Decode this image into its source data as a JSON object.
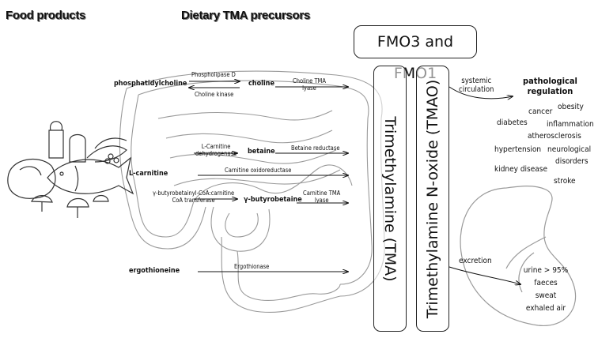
{
  "headers": {
    "food_products": "Food products",
    "dietary_precursors": "Dietary TMA precursors"
  },
  "fmo": "FMO3 and FMO1",
  "columns": {
    "tma": "Trimethylamine (TMA)",
    "tmao": "Trimethylamine N-oxide (TMAO)"
  },
  "compounds": {
    "phosphatidylcholine": "phosphatidylcholine",
    "choline": "choline",
    "betaine": "betaine",
    "l_carnitine": "L-carnitine",
    "gamma_butyrobetaine": "γ-butyrobetaine",
    "ergothioneine": "ergothioneine"
  },
  "enzymes": {
    "phospholipase_d": "Phospholipase D",
    "choline_kinase": "Choline kinase",
    "choline_tma_lyase_1": "Choline TMA",
    "choline_tma_lyase_2": "lyase",
    "lcarn_dh_1": "L-Carnitine",
    "lcarn_dh_2": "dehydrogenase",
    "betaine_reductase": "Betaine reductase",
    "carnitine_oxidoreductase": "Carnitine oxidoreductase",
    "gbb_transferase_1": "γ-butyrobetainyl-CoA:carnitine",
    "gbb_transferase_2": "CoA transferase",
    "carnitine_tma_lyase_1": "Carnitine TMA",
    "carnitine_tma_lyase_2": "lyase",
    "ergothionase": "Ergothionase"
  },
  "circulation": {
    "line1": "systemic",
    "line2": "circulation"
  },
  "pathological": {
    "title1": "pathological",
    "title2": "regulation",
    "items": [
      "cancer",
      "obesity",
      "diabetes",
      "inflammation",
      "atherosclerosis",
      "hypertension",
      "neurological",
      "disorders",
      "kidney disease",
      "stroke"
    ]
  },
  "excretion": {
    "label": "excretion",
    "items": [
      "urine > 95%",
      "faeces",
      "sweat",
      "exhaled air"
    ]
  },
  "colors": {
    "ink": "#111111",
    "sketch": "#8a8a8a"
  }
}
